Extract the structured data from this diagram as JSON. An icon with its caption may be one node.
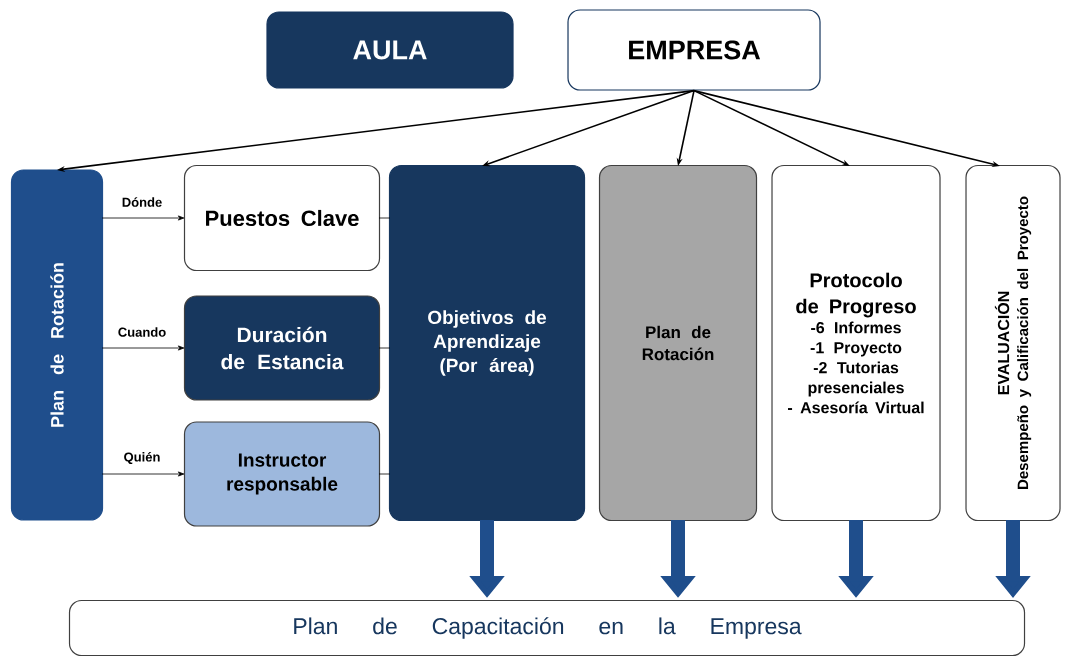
{
  "diagram": {
    "nodes": [
      {
        "text": [
          "AULA"
        ]
      },
      {
        "text": [
          "EMPRESA"
        ]
      },
      {
        "text": [
          "Plan de Rotación"
        ]
      },
      {
        "text": [
          "Puestos Clave"
        ]
      },
      {
        "text": [
          "Duración de Estancia"
        ]
      },
      {
        "text": [
          "Instructor responsable"
        ]
      },
      {
        "text": [
          "Objetivos de Aprendizaje (Por área)"
        ]
      },
      {
        "text": [
          "Plan de Rotación"
        ]
      },
      {
        "text": [
          "Protocolo de Progreso",
          "-6 Informes",
          "-1 Proyecto",
          "-2 Tutorias presenciales",
          "- Asesoría Virtual"
        ]
      },
      {
        "text": [
          "EVALUACIÓN",
          "Desempeño y Calificación del Proyecto"
        ]
      },
      {
        "text": [
          "Plan de Capacitación en la Empresa"
        ]
      }
    ],
    "edges": [
      {
        "from": 1,
        "to": 2,
        "arrow": "to"
      },
      {
        "from": 1,
        "to": 6,
        "arrow": "to"
      },
      {
        "from": 1,
        "to": 7,
        "arrow": "to"
      },
      {
        "from": 1,
        "to": 8,
        "arrow": "to"
      },
      {
        "from": 1,
        "to": 9,
        "arrow": "to"
      },
      {
        "from": 2,
        "to": 3,
        "arrow": "to",
        "label": "Dónde"
      },
      {
        "from": 2,
        "to": 4,
        "arrow": "to",
        "label": "Cuando"
      },
      {
        "from": 2,
        "to": 5,
        "arrow": "to",
        "label": "Quién"
      },
      {
        "from": 3,
        "to": 6,
        "arrow": "none"
      },
      {
        "from": 4,
        "to": 6,
        "arrow": "none"
      },
      {
        "from": 5,
        "to": 6,
        "arrow": "none"
      },
      {
        "from": 6,
        "to": 10,
        "arrow": "to",
        "style": "thick",
        "color": "#1f4e8c"
      },
      {
        "from": 7,
        "to": 10,
        "arrow": "to",
        "style": "thick",
        "color": "#1f4e8c"
      },
      {
        "from": 8,
        "to": 10,
        "arrow": "to",
        "style": "thick",
        "color": "#1f4e8c"
      },
      {
        "from": 9,
        "to": 10,
        "arrow": "to",
        "style": "thick",
        "color": "#1f4e8c"
      }
    ]
  }
}
